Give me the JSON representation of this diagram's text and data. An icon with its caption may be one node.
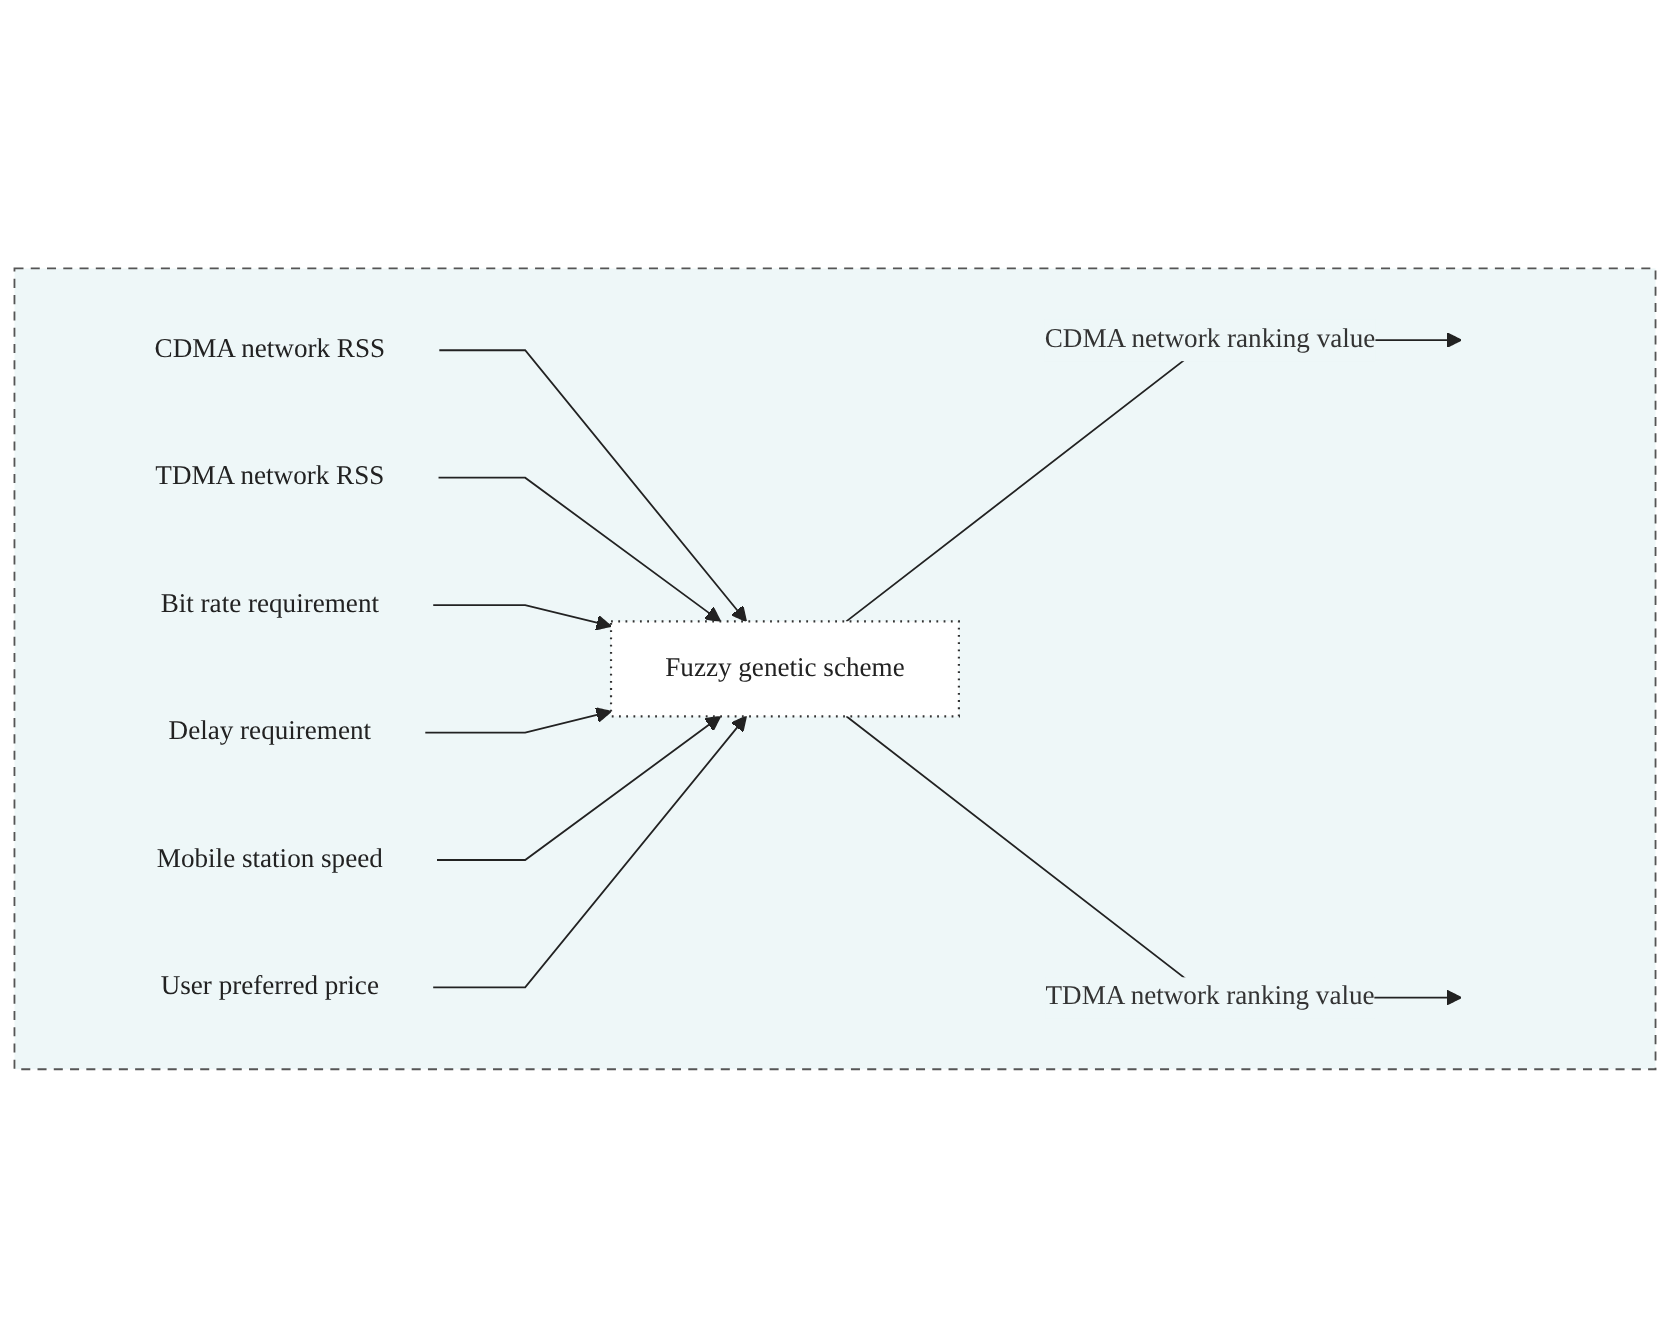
{
  "diagram": {
    "nodes": [
      {
        "text": [],
        "shape": "box"
      },
      {
        "text": [
          "CDMA network RSS"
        ],
        "in": 0
      },
      {
        "text": [
          "TDMA network RSS"
        ],
        "in": 0
      },
      {
        "text": [
          "Bit rate requirement"
        ],
        "in": 0
      },
      {
        "text": [
          "Delay requirement"
        ],
        "in": 0
      },
      {
        "text": [
          "Mobile station speed"
        ],
        "in": 0
      },
      {
        "text": [
          "User preferred price"
        ],
        "in": 0
      },
      {
        "text": [
          "Fuzzy genetic scheme"
        ],
        "in": 0
      }
    ],
    "edges": [
      {
        "from": 1,
        "to": 7,
        "arrow": "to"
      },
      {
        "from": 2,
        "to": 7,
        "arrow": "to"
      },
      {
        "from": 3,
        "to": 7,
        "arrow": "to"
      },
      {
        "from": 4,
        "to": 7,
        "arrow": "to"
      },
      {
        "from": 5,
        "to": 7,
        "arrow": "to"
      },
      {
        "from": 6,
        "to": 7,
        "arrow": "to"
      },
      {
        "from": 7,
        "to": null,
        "arrow": "to",
        "label": "CDMA network ranking value"
      },
      {
        "from": 7,
        "to": null,
        "arrow": "to",
        "label": "TDMA network ranking value"
      }
    ]
  }
}
